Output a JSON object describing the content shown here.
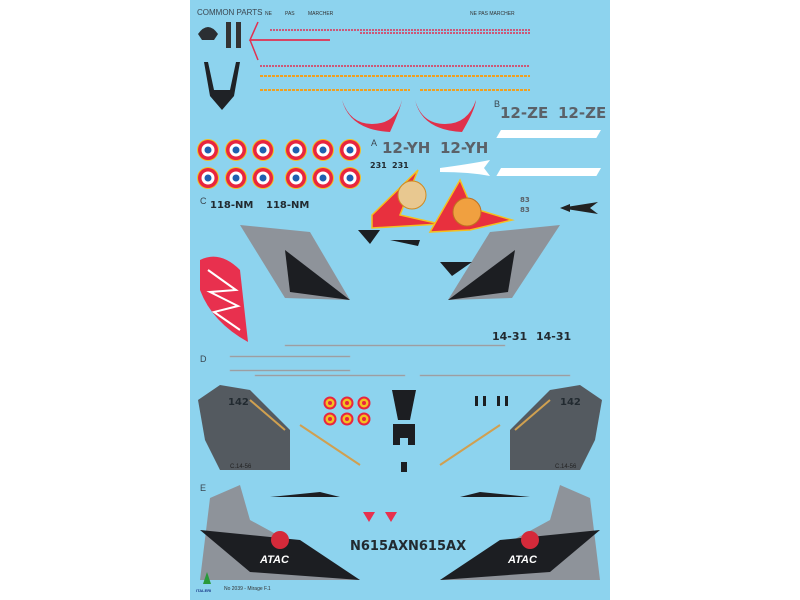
{
  "sheet": {
    "header": "COMMON PARTS",
    "background_color": "#8dd3ee",
    "sections": [
      "A",
      "B",
      "C",
      "D",
      "E"
    ],
    "stencil_text": [
      "NE",
      "PAS",
      "MARCHER",
      "NE PAS MARCHER"
    ],
    "codes": {
      "a_code": "12-YH",
      "a_number": "231",
      "a_vertical": "231",
      "b_code": "12-ZE",
      "b_number": "83",
      "c_code": "118-NM",
      "d_code": "14-31",
      "d_tail": "142",
      "d_tail_code": "C.14-56",
      "e_registration": "N615AX",
      "e_logo": "ATAC"
    },
    "roundel_colors": {
      "red": "#e8253f",
      "white": "#ffffff",
      "blue": "#1f5fb0",
      "yellow": "#f4c020"
    }
  },
  "footer": {
    "brand": "ITALERI",
    "product": "No 2039 - Mirage F.1"
  }
}
